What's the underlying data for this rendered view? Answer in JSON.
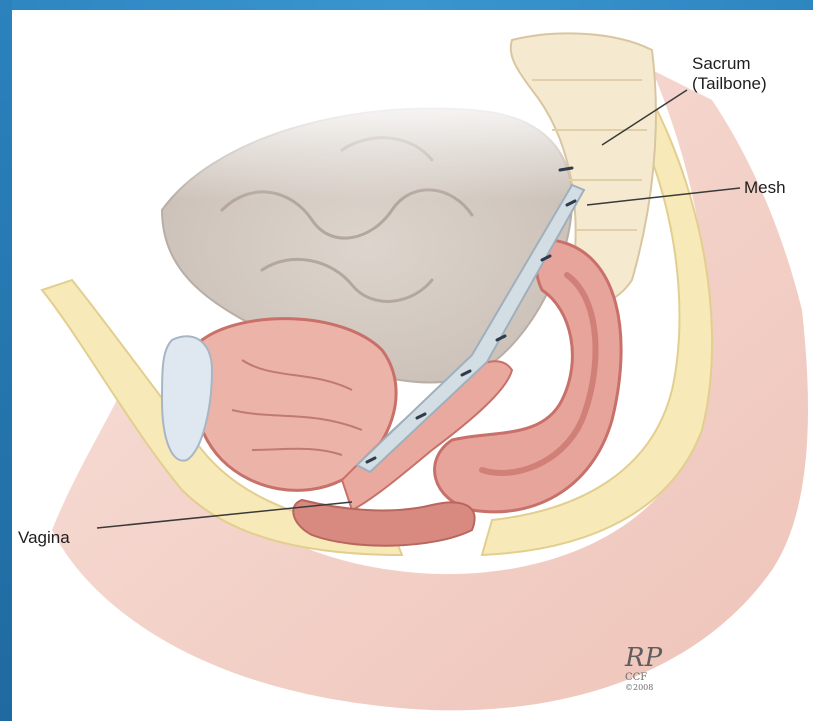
{
  "colors": {
    "frame": "#2a7fb6",
    "background": "#ffffff",
    "bone_yellow": "#f7eab8",
    "tissue_pink": "#e6a49a",
    "muscle_red": "#c8716a",
    "intestine_gray": "#cfc6bd",
    "skin": "#f3d3cb",
    "mesh": "#b9c6cf",
    "leader_line": "#3a3a3a"
  },
  "labels": {
    "sacrum_line1": "Sacrum",
    "sacrum_line2": "(Tailbone)",
    "mesh": "Mesh",
    "vagina": "Vagina"
  },
  "signature": {
    "initials": "RP",
    "org": "CCF",
    "year": "©2008"
  },
  "icons": {
    "signature": "artist-signature-icon"
  }
}
